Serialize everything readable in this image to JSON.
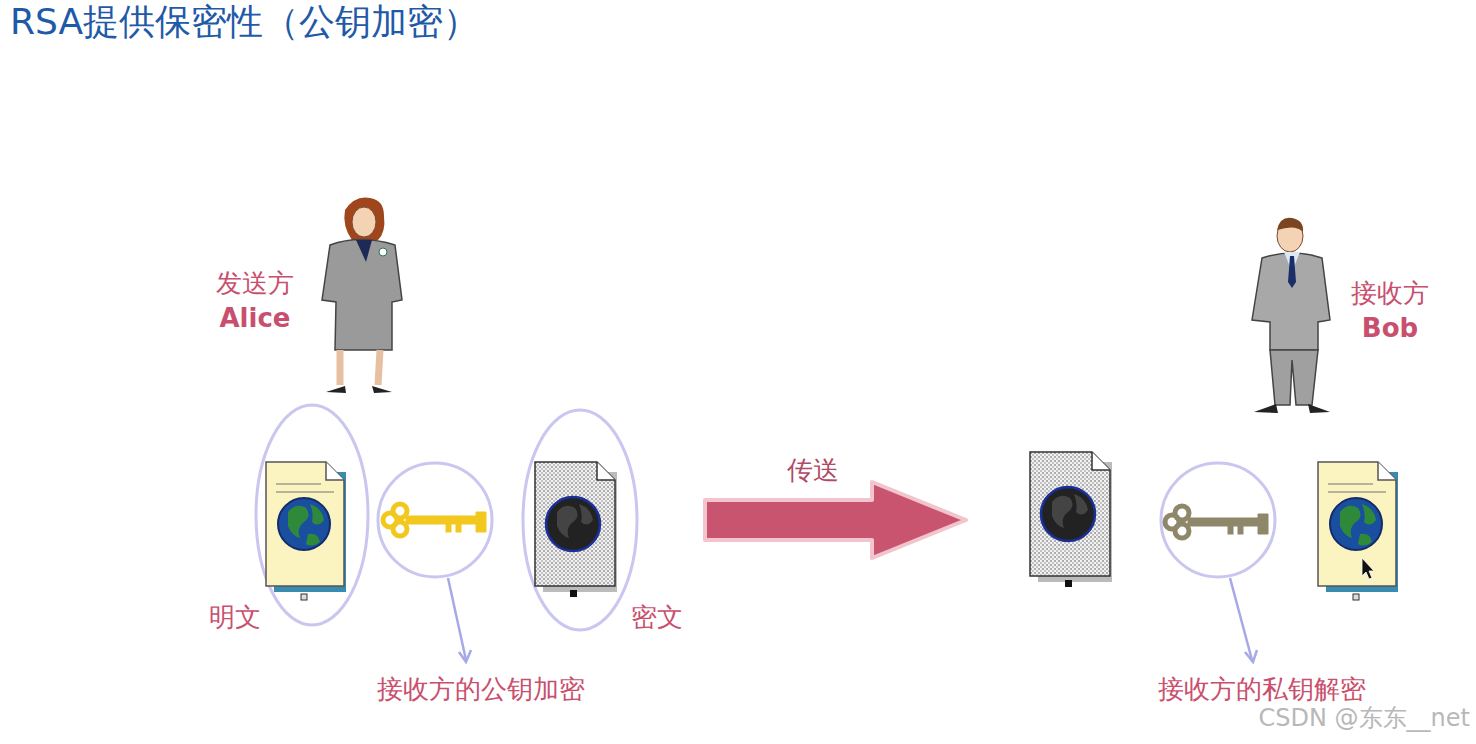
{
  "diagram": {
    "title": "RSA提供保密性（公钥加密）",
    "labels": [
      "发送方",
      "Alice",
      "接收方",
      "Bob",
      "明文",
      "密文",
      "传送",
      "接收方的公钥加密",
      "接收方的私钥解密",
      "CSDN @东东__net"
    ]
  }
}
